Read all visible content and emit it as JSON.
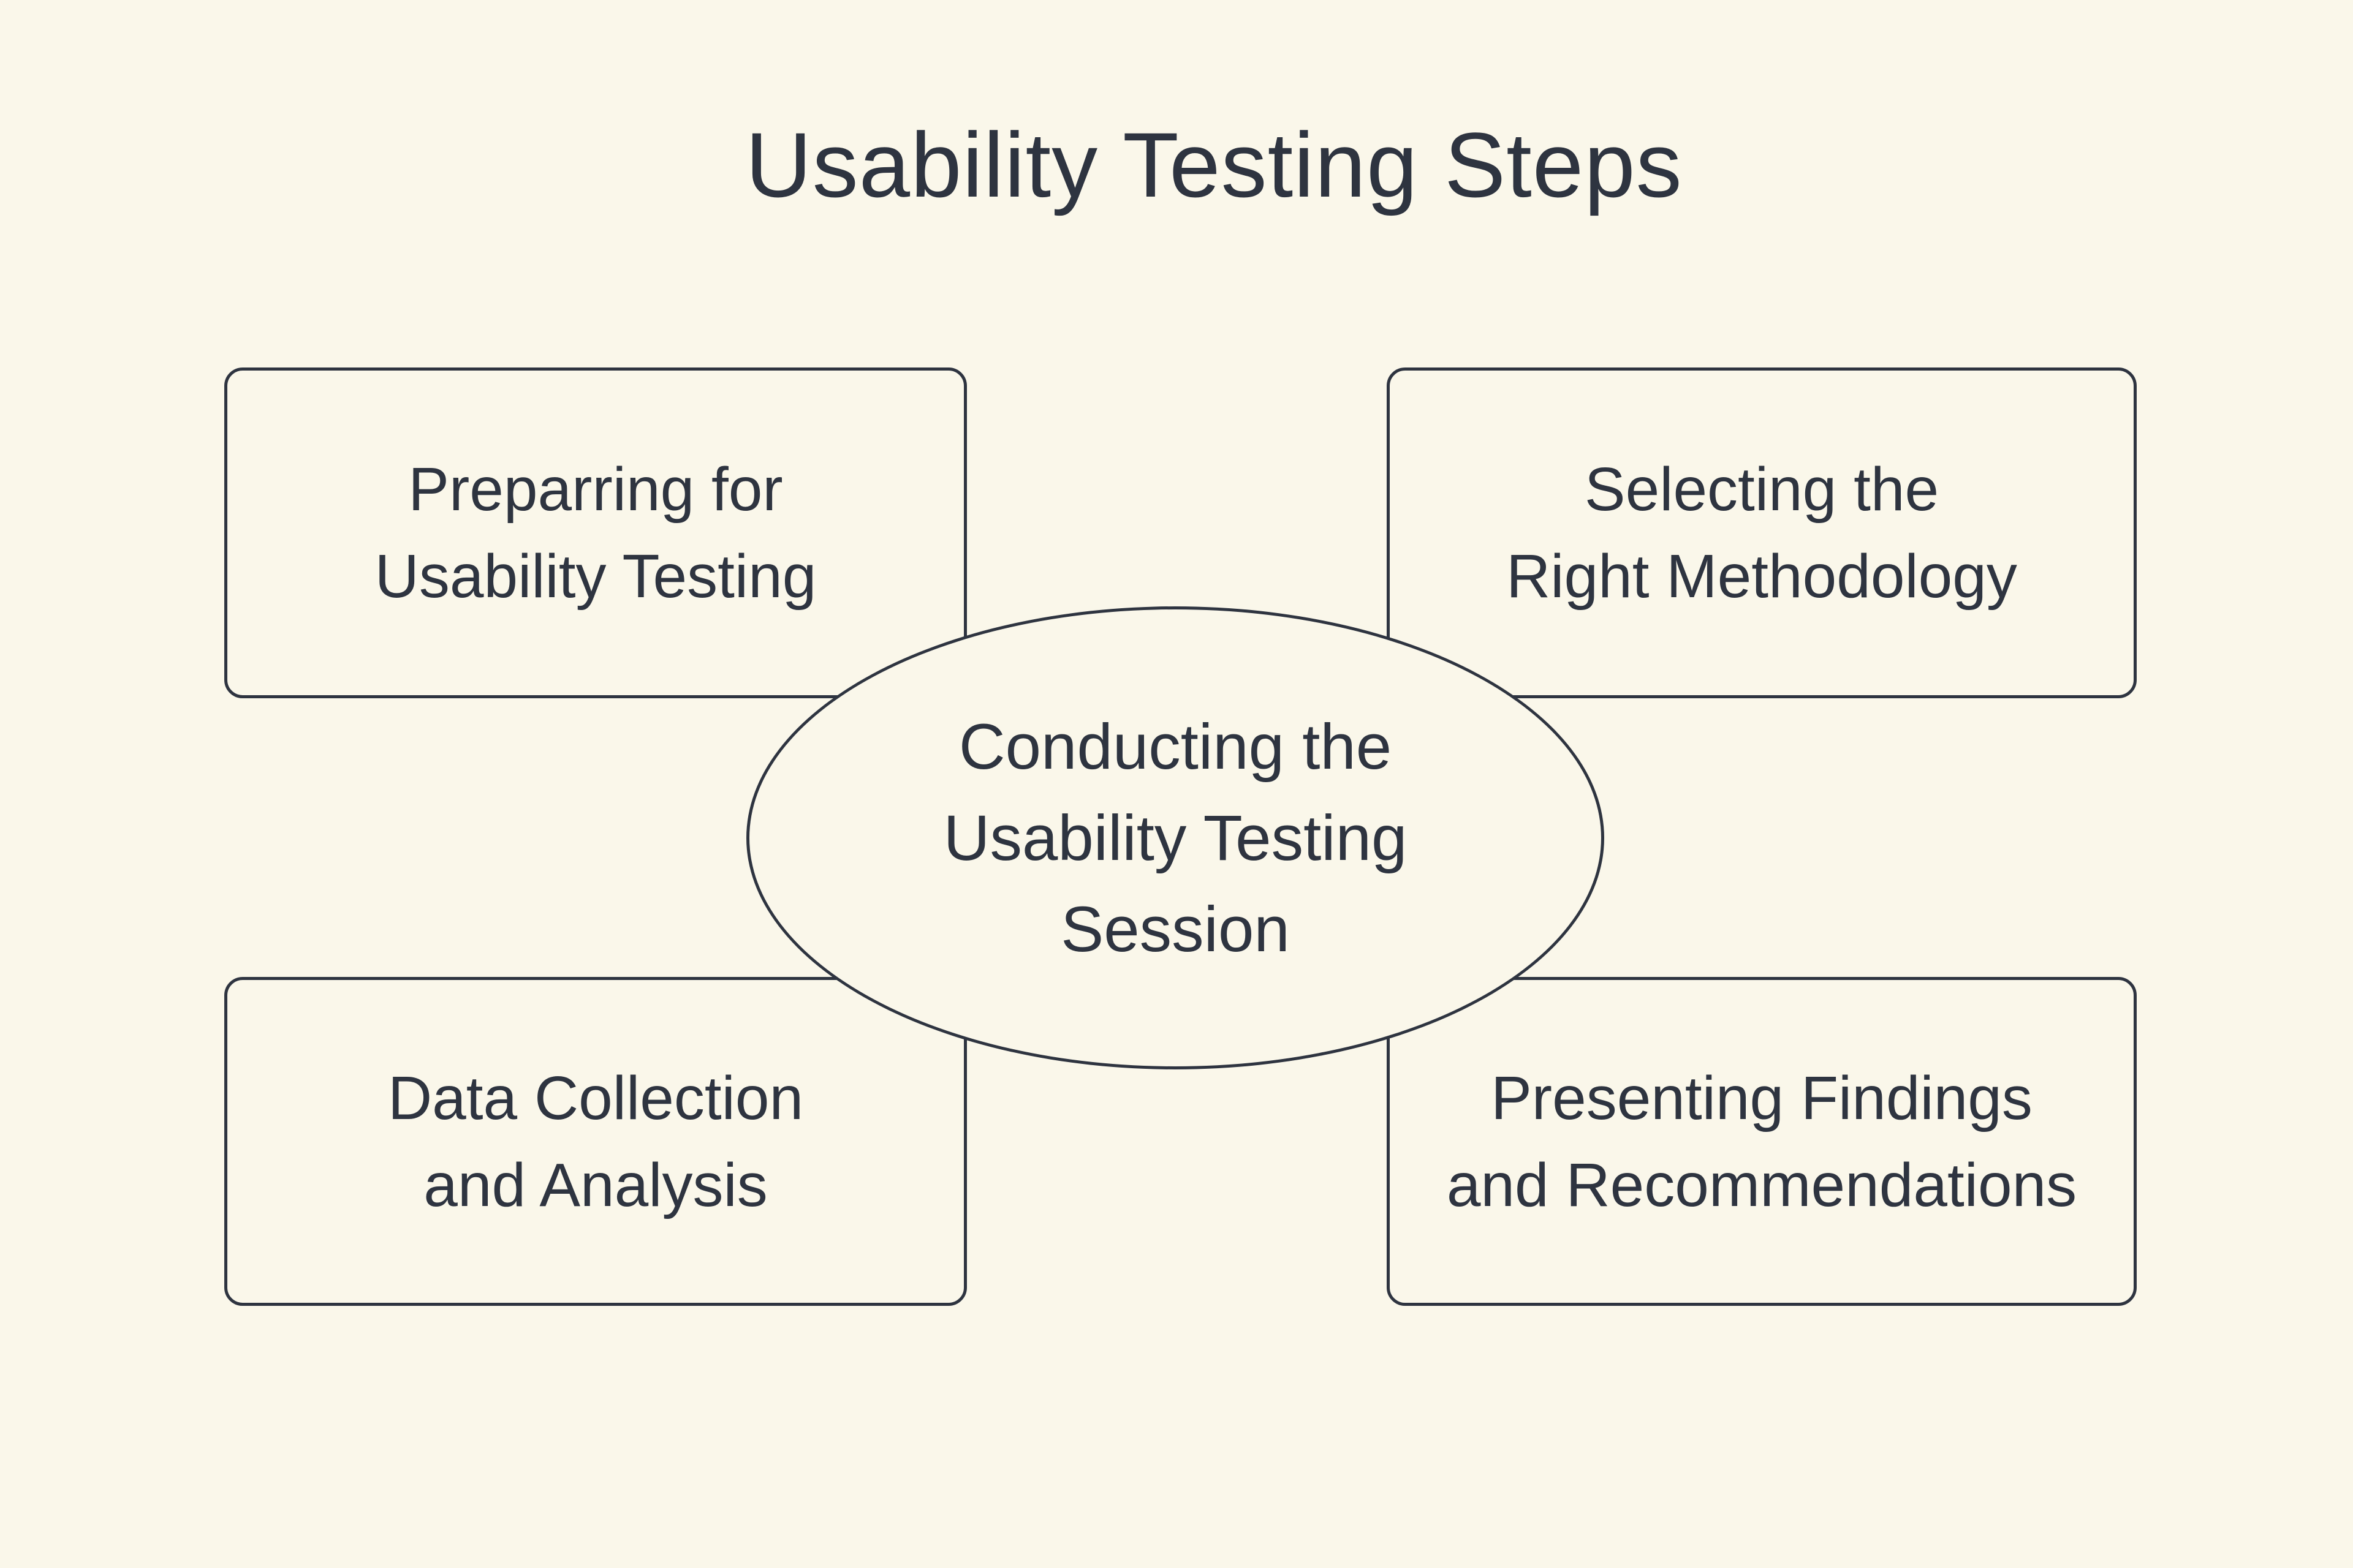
{
  "colors": {
    "background": "#FAF7EA",
    "ink": "#2E3440"
  },
  "title": "Usability Testing Steps",
  "center_node": {
    "label": "Conducting the Usability Testing Session",
    "lines": [
      "Conducting the",
      "Usability Testing",
      "Session"
    ]
  },
  "nodes": [
    {
      "position": "top-left",
      "label": "Preparring for Usability Testing",
      "lines": [
        "Preparring for",
        "Usability Testing"
      ]
    },
    {
      "position": "top-right",
      "label": "Selecting the Right Methodology",
      "lines": [
        "Selecting the",
        "Right Methodology"
      ]
    },
    {
      "position": "bottom-left",
      "label": "Data Collection and Analysis",
      "lines": [
        "Data Collection",
        "and Analysis"
      ]
    },
    {
      "position": "bottom-right",
      "label": "Presenting Findings and Recommendations",
      "lines": [
        "Presenting Findings",
        "and Recommendations"
      ]
    }
  ]
}
